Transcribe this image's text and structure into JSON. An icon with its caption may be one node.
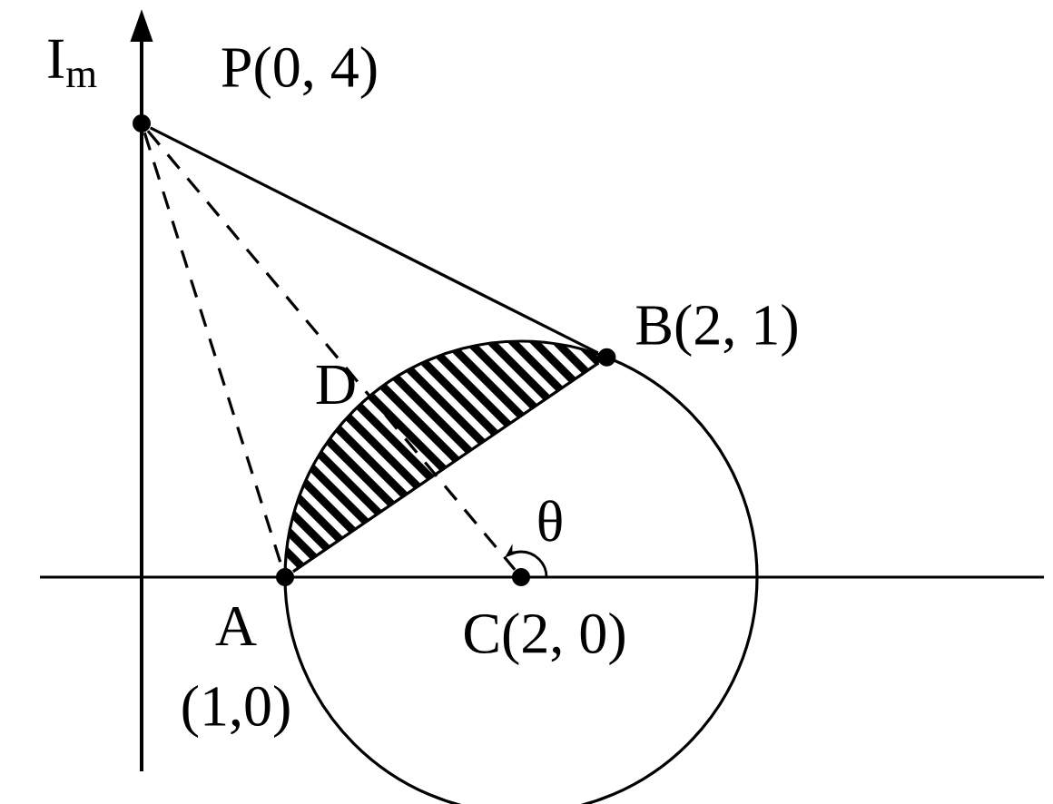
{
  "diagram": {
    "nodes": [
      {
        "text": [
          "P(0, 4)"
        ]
      },
      {
        "text": [
          "A",
          "(1,0)"
        ]
      },
      {
        "text": [
          "B(2, 1)"
        ]
      },
      {
        "text": [
          "C(2, 0)"
        ]
      },
      {
        "text": [
          "D"
        ]
      }
    ],
    "edges": [
      {
        "from": 0,
        "to": 2,
        "arrow": "none"
      },
      {
        "from": 0,
        "to": 1,
        "arrow": "none",
        "style": "dashed"
      },
      {
        "from": 0,
        "to": 3,
        "arrow": "none",
        "style": "dashed"
      },
      {
        "from": 1,
        "to": 2,
        "arrow": "none"
      }
    ],
    "labels": [
      "I$_{m}$",
      "θ"
    ]
  }
}
